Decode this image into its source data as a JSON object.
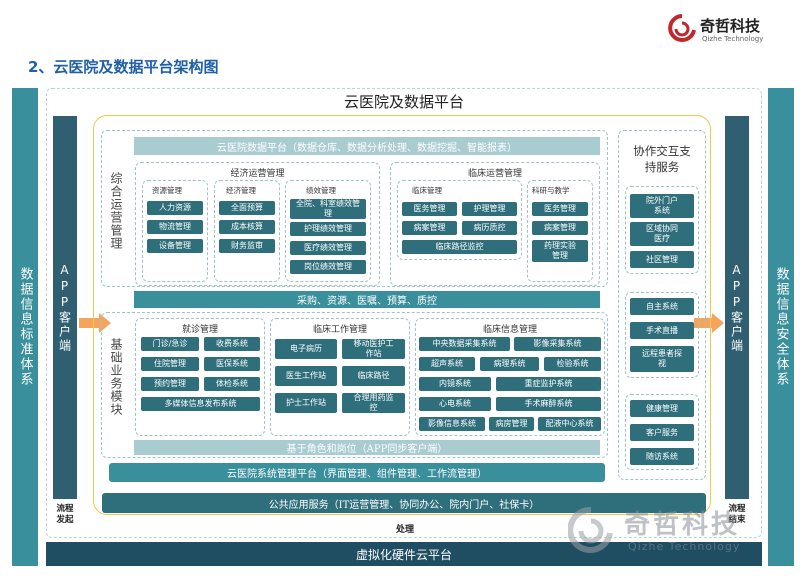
{
  "logo": {
    "name": "奇哲科技",
    "sub": "Qizhe Technology"
  },
  "page_title": "2、云医院及数据平台架构图",
  "left_side": "数据信息标准体系",
  "right_side": "数据信息安全体系",
  "platform_title": "云医院及数据平台",
  "app_left": "APP客户端",
  "app_right": "APP客户端",
  "data_platform_bar": "云医院数据平台（数据仓库、数据分析处理、数据挖掘、智能报表）",
  "comprehensive": {
    "label": "综合运营管理",
    "economic": {
      "title": "经济运营管理",
      "resource": {
        "title": "资源管理",
        "items": [
          "人力资源",
          "物流管理",
          "设备管理"
        ]
      },
      "economy": {
        "title": "经济管理",
        "items": [
          "全面预算",
          "成本核算",
          "财务监审"
        ]
      },
      "performance": {
        "title": "绩效管理",
        "items": [
          "全院、科室绩效管理",
          "护理绩效管理",
          "医疗绩效管理",
          "岗位绩效管理"
        ]
      }
    },
    "clinical_ops": {
      "title": "临床运营管理",
      "clinical": {
        "title": "临床管理",
        "items": [
          "医务管理",
          "护理管理",
          "病案管理",
          "病历质控",
          "临床路径监控"
        ]
      },
      "research": {
        "title": "科研与教学",
        "items": [
          "医务管理",
          "病案管理",
          "药理实验管理"
        ]
      }
    }
  },
  "procurement_bar": "采购、资源、医嘱、预算、质控",
  "basic": {
    "label": "基础业务模块",
    "outpatient": {
      "title": "就诊管理",
      "items": [
        "门诊/急诊",
        "收费系统",
        "住院管理",
        "医保系统",
        "预约管理",
        "体检系统",
        "多媒体信息发布系统"
      ]
    },
    "clinical_work": {
      "title": "临床工作管理",
      "items": [
        "电子病历",
        "移动医护工作站",
        "医生工作站",
        "临床路径",
        "护士工作站",
        "合理用药监控"
      ]
    },
    "clinical_info": {
      "title": "临床信息管理",
      "items": [
        "中央数据采集系统",
        "影像采集系统",
        "超声系统",
        "病理系统",
        "检验系统",
        "内镜系统",
        "重症监护系统",
        "心电系统",
        "手术麻醉系统",
        "影像信息系统",
        "病房管理",
        "配液中心系统"
      ]
    }
  },
  "role_bar": "基于角色和岗位（APP同步客户端）",
  "system_bar": "云医院系统管理平台（界面管理、组件管理、工作流管理）",
  "collab": {
    "title": "协作交互支持服务",
    "group1": [
      "院外门户系统",
      "区域协同医疗",
      "社区管理"
    ],
    "group2": [
      "自主系统",
      "手术直播",
      "远程患者探视"
    ],
    "group3": [
      "健康管理",
      "客户服务",
      "随访系统"
    ]
  },
  "public_bar": "公共应用服务（IT运营管理、协同办公、院内门户、社保卡）",
  "flow_start": "流程发起",
  "flow_end": "流程结束",
  "process": "处理",
  "virtual_bar": "虚拟化硬件云平台",
  "watermark": {
    "name": "奇哲科技",
    "sub": "Qizhe Technology"
  },
  "colors": {
    "teal": "#3a8f9c",
    "dark": "#2f6f7c",
    "navy": "#1f4e63",
    "orange": "#f5a45d",
    "light": "#a9ccd1"
  }
}
